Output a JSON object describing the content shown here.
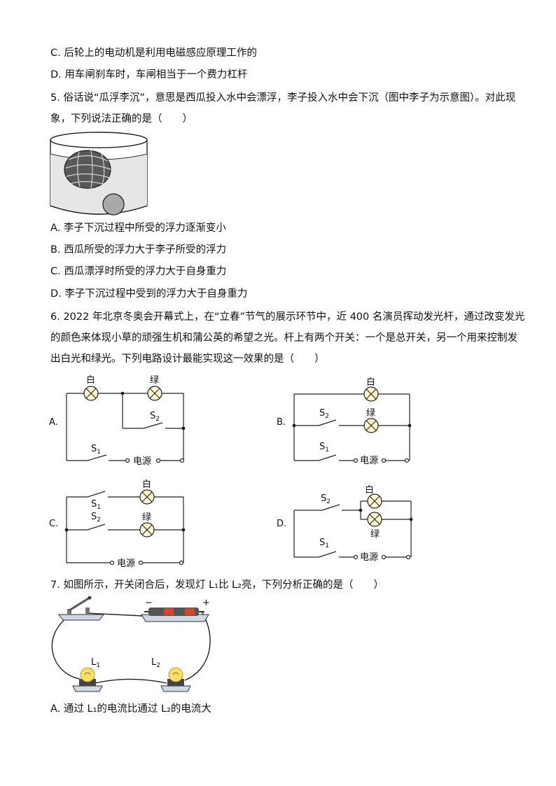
{
  "lines": {
    "q4c": "C. 后轮上的电动机是利用电磁感应原理工作的",
    "q4d": "D. 用车闸刹车时，车闸相当于一个费力杠杆",
    "q5_1": "5. 俗话说“瓜浮李沉”，意思是西瓜投入水中会漂浮，李子投入水中会下沉（图中李子为示意图）。对此现",
    "q5_2": "象，下列说法正确的是（　　）",
    "q5a": "A. 李子下沉过程中所受的浮力逐渐变小",
    "q5b": "B. 西瓜所受的浮力大于李子所受的浮力",
    "q5c": "C. 西瓜漂浮时所受的浮力大于自身重力",
    "q5d": "D. 李子下沉过程中受到的浮力大于自身重力",
    "q6_1": "6. 2022 年北京冬奥会开幕式上，在“立春”节气的展示环节中，近 400 名演员挥动发光杆，通过改变发光",
    "q6_2": "的颜色来体现小草的顽强生机和蒲公英的希望之光。杆上有两个开关：一个是总开关，另一个用来控制发",
    "q6_3": "出白光和绿光。下列电路设计最能实现这一效果的是（　　）",
    "q7_1": "7. 如图所示，开关闭合后，发现灯 L₁比 L₂亮，下列分析正确的是（　　）",
    "q7a": "A. 通过 L₁的电流比通过 L₂的电流大"
  },
  "circuit_labels": {
    "white": "白",
    "green": "绿",
    "source": "电源",
    "s": "S",
    "s1_sub": "1",
    "s2_sub": "2",
    "opt_a": "A.",
    "opt_b": "B.",
    "opt_c": "C.",
    "opt_d": "D."
  },
  "q7_labels": {
    "l": "L",
    "l1_sub": "1",
    "l2_sub": "2",
    "minus": "−",
    "plus": "+"
  }
}
